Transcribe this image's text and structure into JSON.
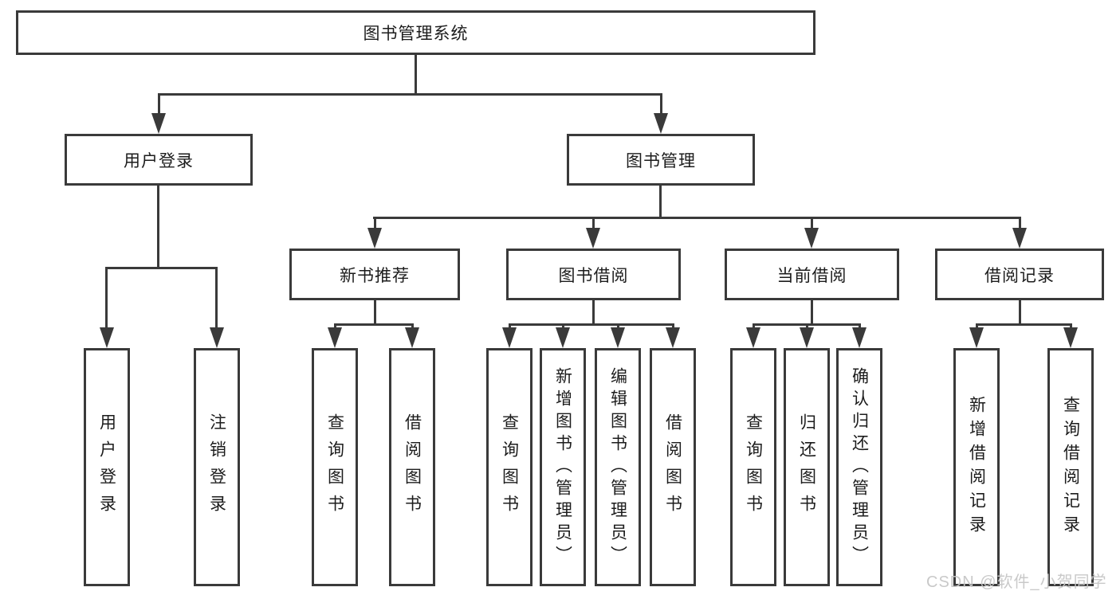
{
  "tree": {
    "label": "图书管理系统",
    "children": [
      {
        "label": "用户登录",
        "children": [
          {
            "label": "用户登录"
          },
          {
            "label": "注销登录"
          }
        ]
      },
      {
        "label": "图书管理",
        "children": [
          {
            "label": "新书推荐",
            "children": [
              {
                "label": "查询图书"
              },
              {
                "label": "借阅图书"
              }
            ]
          },
          {
            "label": "图书借阅",
            "children": [
              {
                "label": "查询图书"
              },
              {
                "label": "新增图书（管理员）"
              },
              {
                "label": "编辑图书（管理员）"
              },
              {
                "label": "借阅图书"
              }
            ]
          },
          {
            "label": "当前借阅",
            "children": [
              {
                "label": "查询图书"
              },
              {
                "label": "归还图书"
              },
              {
                "label": "确认归还（管理员）"
              }
            ]
          },
          {
            "label": "借阅记录",
            "children": [
              {
                "label": "新增借阅记录"
              },
              {
                "label": "查询借阅记录"
              }
            ]
          }
        ]
      }
    ]
  },
  "watermark": {
    "text": "CSDN @软件_小贺同学"
  },
  "colors": {
    "line": "#3a3a3a",
    "box_border": "#3a3a3a",
    "text": "#1c1c1c",
    "watermark": "#c6c6c6",
    "background": "#ffffff"
  }
}
